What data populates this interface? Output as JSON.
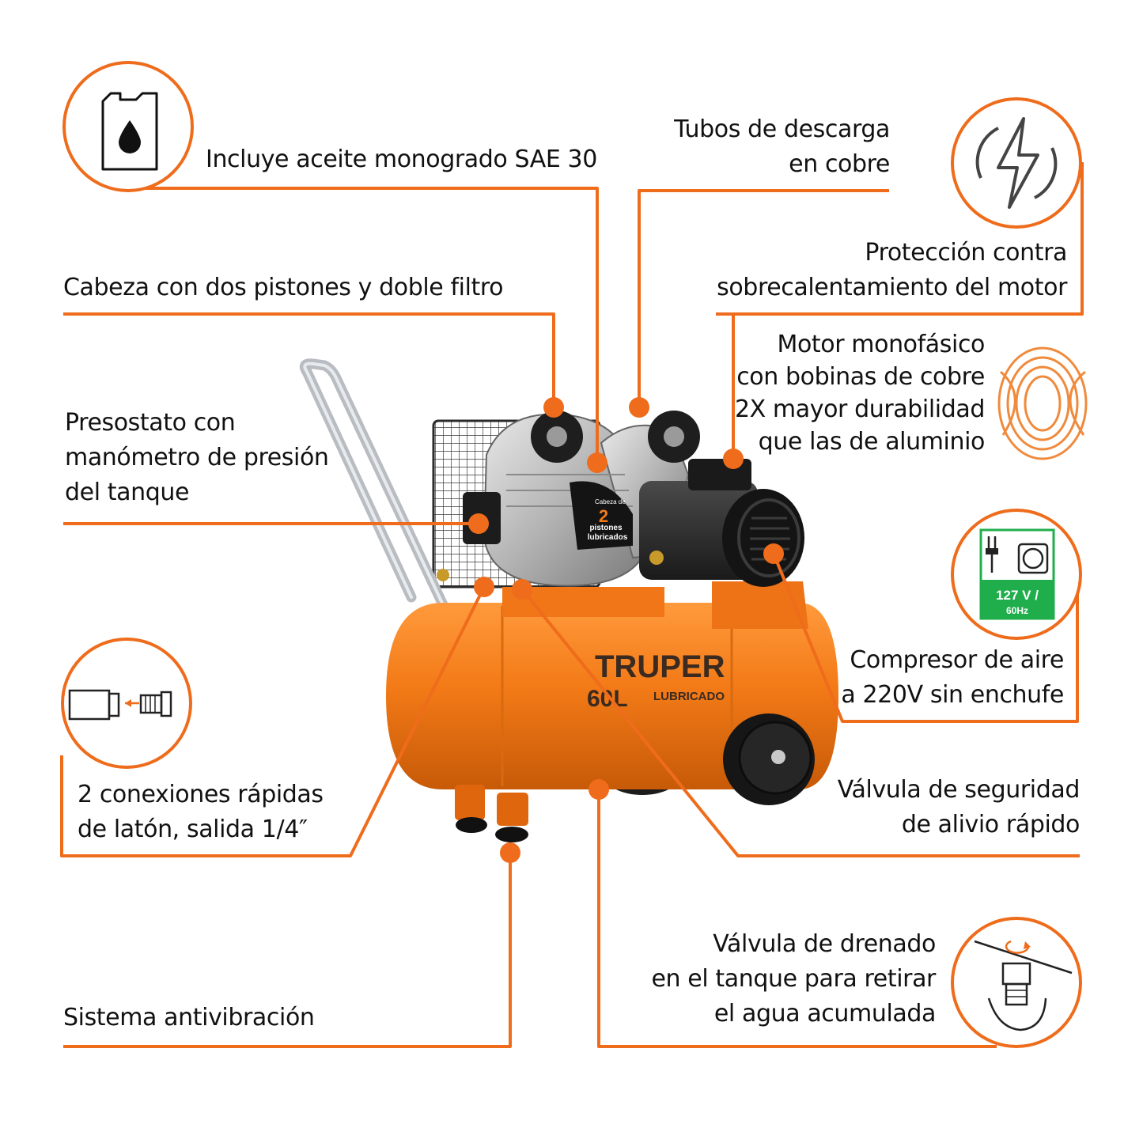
{
  "colors": {
    "accent": "#ee6c1b",
    "tank": "#f37a17",
    "badge_green": "#1fae4b",
    "text": "#111111"
  },
  "icons": {
    "oil": "oil-jug-icon",
    "thermal": "thermal-protection-icon",
    "coil": "copper-coil-icon",
    "plug": "plug-outlet-icon",
    "coupler": "quick-coupler-icon",
    "drain": "drain-valve-icon"
  },
  "badge": {
    "voltage": "127 V /",
    "freq": "60Hz"
  },
  "product": {
    "brand": "TRUPER",
    "capacity": "60L",
    "type": "LUBRICADO",
    "head_label": {
      "line1": "Cabeza de",
      "num": "2",
      "line2": "pistones",
      "line3": "lubricados"
    }
  },
  "labels": {
    "oil": {
      "l1": "Incluye aceite monogrado SAE 30"
    },
    "tubes": {
      "l1": "Tubos de descarga",
      "l2": "en cobre"
    },
    "thermal": {
      "l1": "Protección contra",
      "l2": "sobrecalentamiento del motor"
    },
    "head": {
      "l1": "Cabeza con dos pistones y doble filtro"
    },
    "motor": {
      "l1": "Motor monofásico",
      "l2": "con bobinas de cobre",
      "l3": "2X mayor durabilidad",
      "l4": "que las de aluminio"
    },
    "pressure": {
      "l1": "Presostato con",
      "l2": "manómetro de presión",
      "l3": "del tanque"
    },
    "voltage": {
      "l1": "Compresor de aire",
      "l2": "a 220V sin enchufe"
    },
    "couplers": {
      "l1": "2 conexiones rápidas",
      "l2": "de latón, salida 1/4″"
    },
    "safety": {
      "l1": "Válvula de seguridad",
      "l2": "de alivio rápido"
    },
    "antivib": {
      "l1": "Sistema antivibración"
    },
    "drain": {
      "l1": "Válvula de drenado",
      "l2": "en el tanque para retirar",
      "l3": "el agua acumulada"
    }
  }
}
